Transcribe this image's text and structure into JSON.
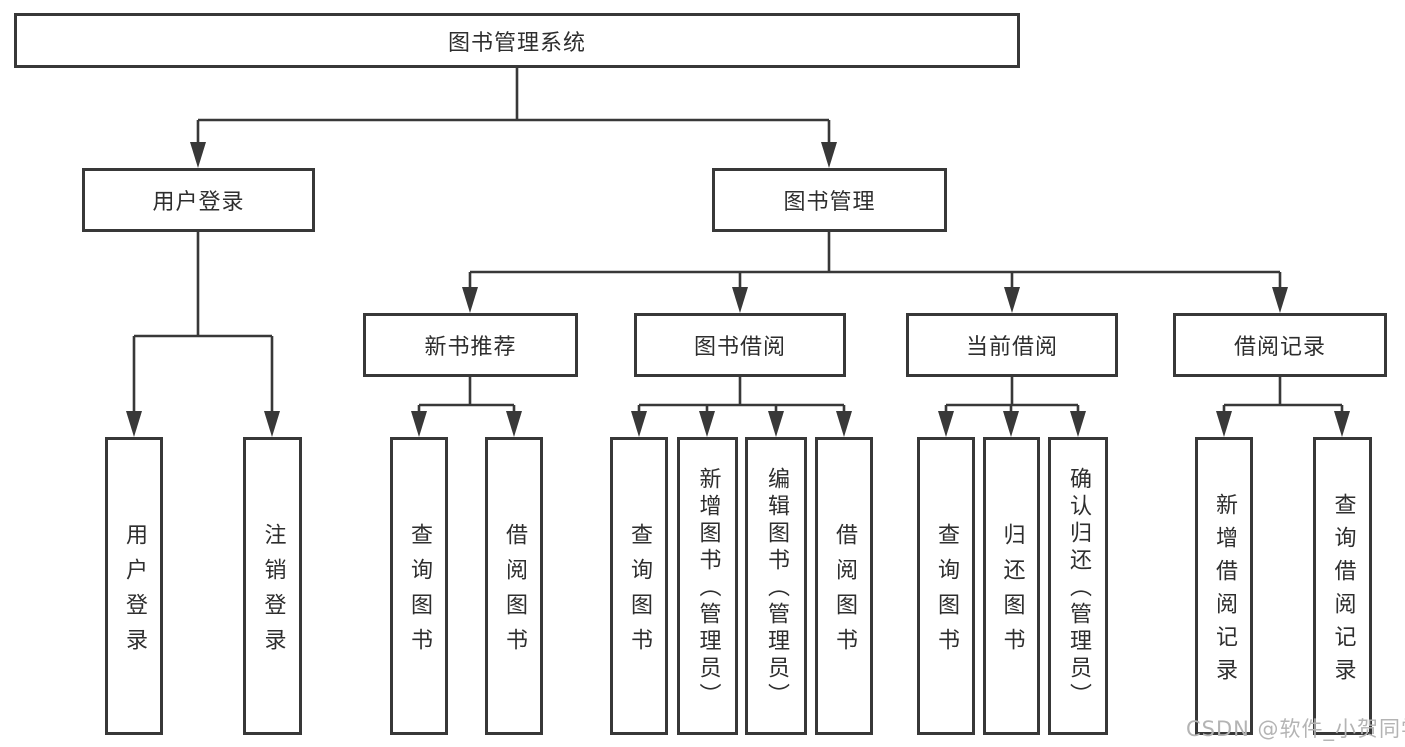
{
  "diagram_title": "图书管理系统",
  "tree": {
    "root": {
      "label": "图书管理系统"
    },
    "branches": [
      {
        "label": "用户登录",
        "children": [
          {
            "label": "用户登录"
          },
          {
            "label": "注销登录"
          }
        ]
      },
      {
        "label": "图书管理",
        "children": [
          {
            "label": "新书推荐",
            "children": [
              {
                "label": "查询图书"
              },
              {
                "label": "借阅图书"
              }
            ]
          },
          {
            "label": "图书借阅",
            "children": [
              {
                "label": "查询图书"
              },
              {
                "label": "新增图书（管理员）"
              },
              {
                "label": "编辑图书（管理员）"
              },
              {
                "label": "借阅图书"
              }
            ]
          },
          {
            "label": "当前借阅",
            "children": [
              {
                "label": "查询图书"
              },
              {
                "label": "归还图书"
              },
              {
                "label": "确认归还（管理员）"
              }
            ]
          },
          {
            "label": "借阅记录",
            "children": [
              {
                "label": "新增借阅记录"
              },
              {
                "label": "查询借阅记录"
              }
            ]
          }
        ]
      }
    ]
  },
  "watermark": {
    "text": "CSDN @软件_小贺同学"
  },
  "colors": {
    "line": "#383838",
    "box_border": "#383838",
    "text": "#2e2e2e",
    "watermark": "#b4b4b4",
    "background": "#ffffff"
  }
}
